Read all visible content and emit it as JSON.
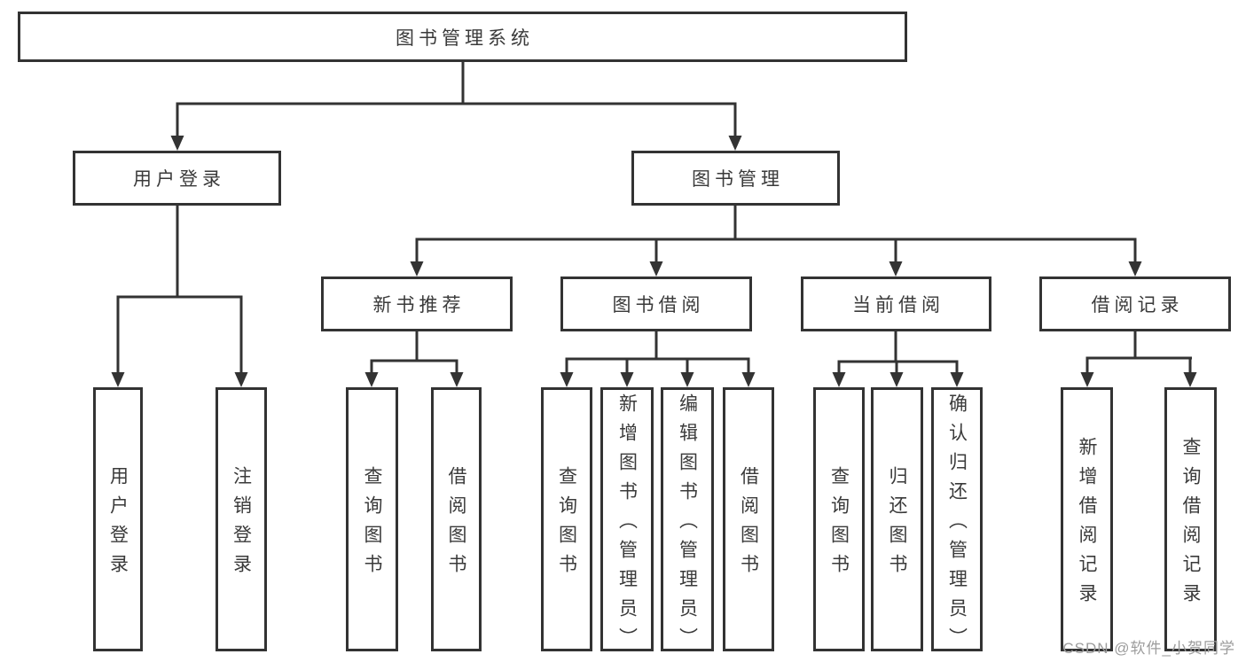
{
  "diagram": {
    "type": "functional-structure-tree",
    "tree": {
      "label": "图书管理系统",
      "children": [
        {
          "label": "用户登录",
          "children": [
            {
              "label": "用户登录"
            },
            {
              "label": "注销登录"
            }
          ]
        },
        {
          "label": "图书管理",
          "children": [
            {
              "label": "新书推荐",
              "children": [
                {
                  "label": "查询图书"
                },
                {
                  "label": "借阅图书"
                }
              ]
            },
            {
              "label": "图书借阅",
              "children": [
                {
                  "label": "查询图书"
                },
                {
                  "label": "新增图书（管理员）"
                },
                {
                  "label": "编辑图书（管理员）"
                },
                {
                  "label": "借阅图书"
                }
              ]
            },
            {
              "label": "当前借阅",
              "children": [
                {
                  "label": "查询图书"
                },
                {
                  "label": "归还图书"
                },
                {
                  "label": "确认归还（管理员）"
                }
              ]
            },
            {
              "label": "借阅记录",
              "children": [
                {
                  "label": "新增借阅记录"
                },
                {
                  "label": "查询借阅记录"
                }
              ]
            }
          ]
        }
      ]
    }
  },
  "watermark": "CSDN @软件_小贺同学",
  "colors": {
    "line": "#333333",
    "box_border": "#333333",
    "text": "#3a3a3a",
    "watermark": "#9c9c9c",
    "background": "#ffffff"
  }
}
